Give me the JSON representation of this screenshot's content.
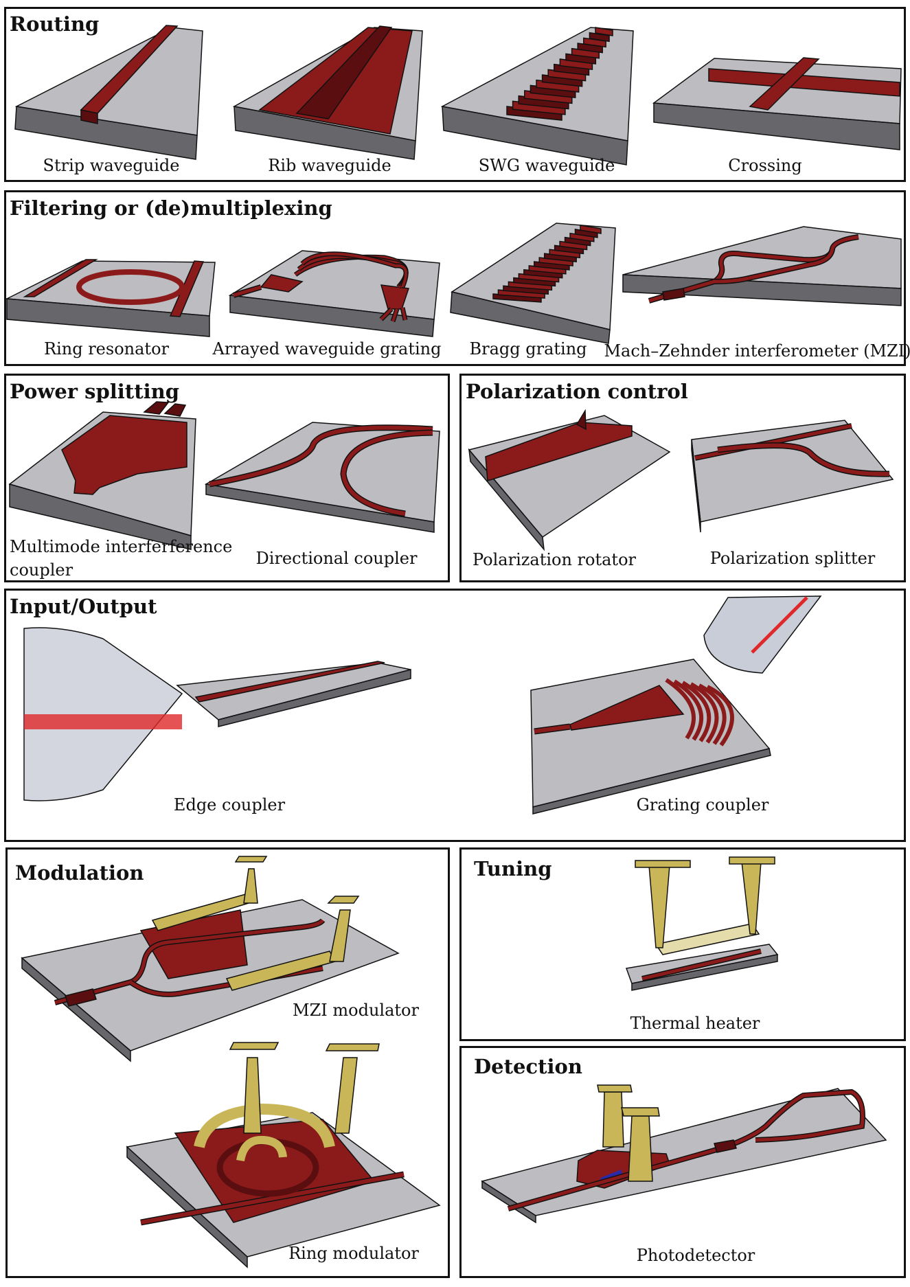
{
  "colors": {
    "waveguide": "#8b1a1a",
    "waveguide_dark": "#5a0e10",
    "slab_top": "#b6b6ba",
    "slab_front": "#55555b",
    "electrode": "#c9b659",
    "laser": "#e0282a"
  },
  "panels": {
    "routing": {
      "title": "Routing",
      "items": [
        "Strip waveguide",
        "Rib waveguide",
        "SWG waveguide",
        "Crossing"
      ]
    },
    "filtering": {
      "title": "Filtering or (de)multiplexing",
      "items": [
        "Ring resonator",
        "Arrayed waveguide grating",
        "Bragg grating",
        "Mach–Zehnder interferometer (MZI)"
      ]
    },
    "power": {
      "title": "Power splitting",
      "items": [
        "Multimode interferference",
        "coupler",
        "Directional coupler"
      ]
    },
    "polarization": {
      "title": "Polarization control",
      "items": [
        "Polarization rotator",
        "Polarization splitter"
      ]
    },
    "io": {
      "title": "Input/Output",
      "items": [
        "Edge coupler",
        "Grating coupler"
      ]
    },
    "modulation": {
      "title": "Modulation",
      "items": [
        "MZI modulator",
        "Ring modulator"
      ]
    },
    "tuning": {
      "title": "Tuning",
      "items": [
        "Thermal heater"
      ]
    },
    "detection": {
      "title": "Detection",
      "items": [
        "Photodetector"
      ]
    }
  }
}
